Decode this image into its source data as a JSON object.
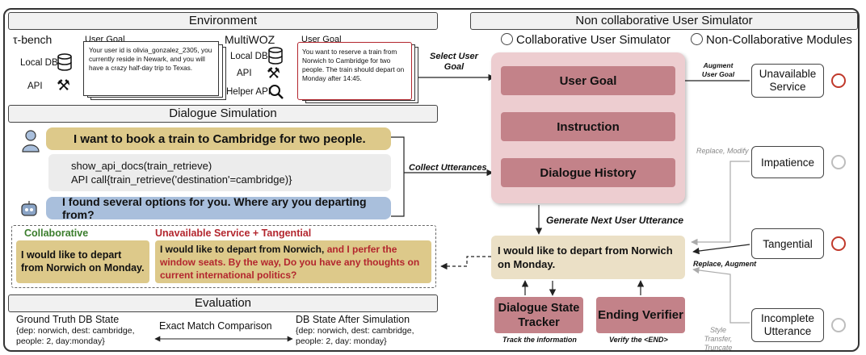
{
  "environment": {
    "header": "Environment",
    "tau_title": "τ-bench",
    "tau_user_goal_label": "User Goal",
    "tau_local_db": "Local DB",
    "tau_api": "API",
    "tau_goal_text": "Your user id is olivia_gonzalez_2305, you currently reside in Newark, and you will have a crazy half-day trip to Texas.",
    "multiwoz_title": "MultiWOZ",
    "multiwoz_user_goal_label": "User Goal",
    "multiwoz_local_db": "Local DB",
    "multiwoz_api": "API",
    "multiwoz_helper_api": "Helper API",
    "multiwoz_goal_text": "You want to reserve a train from Norwich to Cambridge for two people. The train should depart on Monday after 14:45.",
    "select_user_goal": "Select User Goal"
  },
  "simulator": {
    "header": "Non collaborative User Simulator",
    "collab_title": "Collaborative User Simulator",
    "noncollab_title": "Non-Collaborative Modules",
    "user_goal": "User Goal",
    "instruction": "Instruction",
    "dialogue_history": "Dialogue History",
    "generate_label": "Generate Next User Utterance",
    "next_utterance": "I would like to depart from Norwich on Monday.",
    "dst": "Dialogue State Tracker",
    "dst_caption": "Track the information",
    "ending": "Ending Verifier",
    "ending_caption": "Verify the <END>",
    "modules": [
      {
        "label": "Unavailable Service",
        "active": true
      },
      {
        "label": "Impatience",
        "active": false
      },
      {
        "label": "Tangential",
        "active": true
      },
      {
        "label": "Incomplete Utterance",
        "active": false
      }
    ],
    "augment_user_goal": "Augment User Goal",
    "replace_modify": "Replace, Modify",
    "replace_augment": "Replace, Augment",
    "style_transfer": "Style Transfer, Truncate"
  },
  "dialogue": {
    "header": "Dialogue Simulation",
    "user_msg": "I want to book a train to Cambridge for two people.",
    "api_line1": "show_api_docs(train_retrieve)",
    "api_line2": "API call{train_retrieve('destination'=cambridge)}",
    "agent_msg": "I found several options for you. Where ary you departing from?",
    "collect_utterances": "Collect Utterances",
    "collab_label": "Collaborative",
    "collab_text": "I would like to depart from Norwich on Monday.",
    "noncollab_label": "Unavailable Service + Tangential",
    "noncollab_text_plain": "I would like to depart from Norwich,",
    "noncollab_text_red": " and I perfer the window seats. By the way, Do you have any thoughts on current international politics?"
  },
  "evaluation": {
    "header": "Evaluation",
    "gt_title": "Ground Truth DB State",
    "gt_state": "{dep: norwich, dest: cambridge, people: 2, day:monday}",
    "comparison": "Exact Match Comparison",
    "sim_title": "DB State After Simulation",
    "sim_state": "{dep: norwich, dest: cambridge, people: 2, day: monday}"
  },
  "colors": {
    "pink_block": "#c38289",
    "pink_panel": "#edcdd0",
    "user_bubble": "#ddc98a",
    "agent_bubble": "#a9bfdc",
    "api_box": "#ececec",
    "next_utterance_bg": "#ebe0c6",
    "collab_green": "#3a7d2c",
    "noncollab_red": "#b3262e"
  }
}
